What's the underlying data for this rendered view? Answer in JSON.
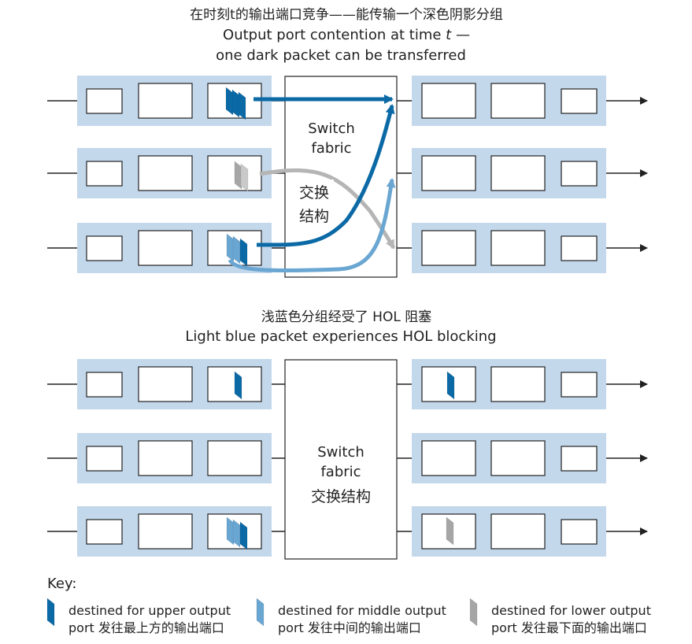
{
  "colors": {
    "port_bg": "#c4d8ec",
    "dark_blue": "#0b6aa6",
    "light_blue": "#6aa6d2",
    "gray": "#a6a6a6",
    "line": "#222222"
  },
  "top": {
    "title_cn": "在时刻t的输出端口竞争——能传输一个深色阴影分组",
    "title_en_1": "Output port contention at time ",
    "title_en_t": "t",
    "title_en_dash": " —",
    "title_en_2": "one dark packet can be transferred",
    "fabric_en_1": "Switch",
    "fabric_en_2": "fabric",
    "fabric_cn_1": "交换",
    "fabric_cn_2": "结构"
  },
  "bottom": {
    "title_cn": "浅蓝色分组经受了 HOL 阻塞",
    "title_en": "Light blue packet experiences HOL blocking",
    "fabric_en_1": "Switch",
    "fabric_en_2": "fabric",
    "fabric_cn": "交换结构"
  },
  "key": {
    "title": "Key:",
    "items": [
      {
        "line1": "destined for upper output",
        "line2": "port 发往最上方的输出端口",
        "color_name": "dark_blue"
      },
      {
        "line1": "destined for middle output",
        "line2": "port  发往中间的输出端口",
        "color_name": "light_blue"
      },
      {
        "line1": "destined for lower output",
        "line2": "port  发往最下面的输出端口",
        "color_name": "gray"
      }
    ]
  }
}
